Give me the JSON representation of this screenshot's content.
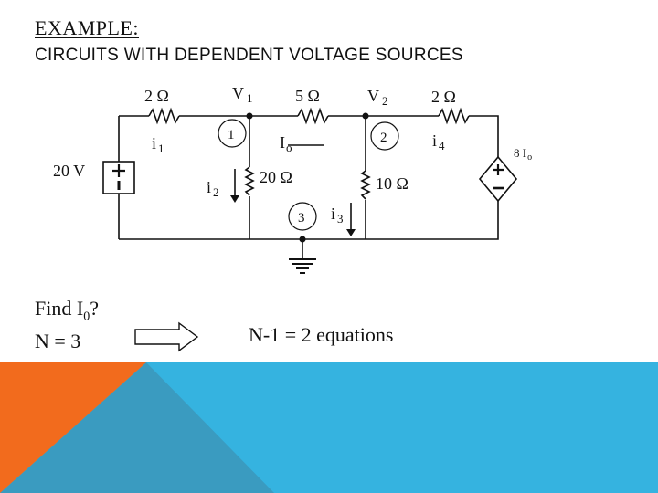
{
  "slide": {
    "title": "EXAMPLE:",
    "subtitle": "CIRCUITS WITH DEPENDENT VOLTAGE SOURCES",
    "question_line1": "Find I",
    "question_sub": "0",
    "question_mark": "?",
    "question_line2": "N = 3",
    "equations": "N-1 = 2 equations"
  },
  "circuit": {
    "labels": {
      "r_left": "2 Ω",
      "v1": "V",
      "v1_sub": "1",
      "r_mid": "5 Ω",
      "v2": "V",
      "v2_sub": "2",
      "r_right": "2 Ω",
      "source_voltage": "20 V",
      "i1": "i",
      "i1_sub": "1",
      "node1": "1",
      "io": "I",
      "io_sub": "o",
      "node2": "2",
      "i4": "i",
      "i4_sub": "4",
      "dep_source": "8 I",
      "dep_source_sub": "o",
      "i2": "i",
      "i2_sub": "2",
      "r_20": "20 Ω",
      "r_10": "10 Ω",
      "node3": "3",
      "i3": "i",
      "i3_sub": "3"
    }
  },
  "colors": {
    "orange": "#f26b1d",
    "teal": "#3a9bc0",
    "sky": "#35b3e0"
  }
}
